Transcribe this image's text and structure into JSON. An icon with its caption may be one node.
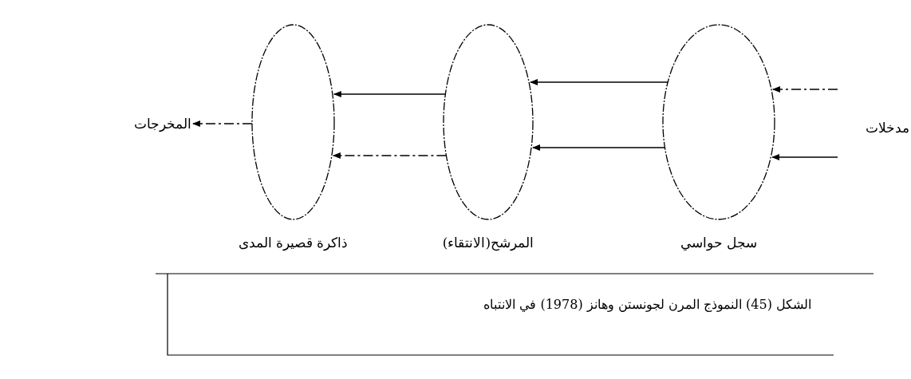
{
  "diagram": {
    "caption": "الشكل (45) النموذج المرن لجونستن وهانز (1978) في الانتباه",
    "nodes": [
      {
        "text": [],
        "shape": "circle",
        "beside": [
          "سجل حواسي"
        ]
      },
      {
        "text": [],
        "shape": "circle",
        "beside": [
          "المرشح(الانتقاء)"
        ]
      },
      {
        "text": [],
        "shape": "circle",
        "beside": [
          "ذاكرة قصيرة المدى"
        ]
      },
      {
        "text": [
          "مدخلات"
        ]
      },
      {
        "text": [
          "المخرجات"
        ]
      }
    ],
    "edges": [
      {
        "from": 3,
        "to": 0,
        "arrow": "to",
        "style": "dashed"
      },
      {
        "from": 3,
        "to": 0,
        "arrow": "to"
      },
      {
        "from": 0,
        "to": 1,
        "arrow": "to"
      },
      {
        "from": 0,
        "to": 1,
        "arrow": "to"
      },
      {
        "from": 1,
        "to": 2,
        "arrow": "to"
      },
      {
        "from": 1,
        "to": 2,
        "arrow": "to",
        "style": "dashed"
      },
      {
        "from": 2,
        "to": 4,
        "arrow": "to",
        "style": "dashed"
      }
    ]
  }
}
